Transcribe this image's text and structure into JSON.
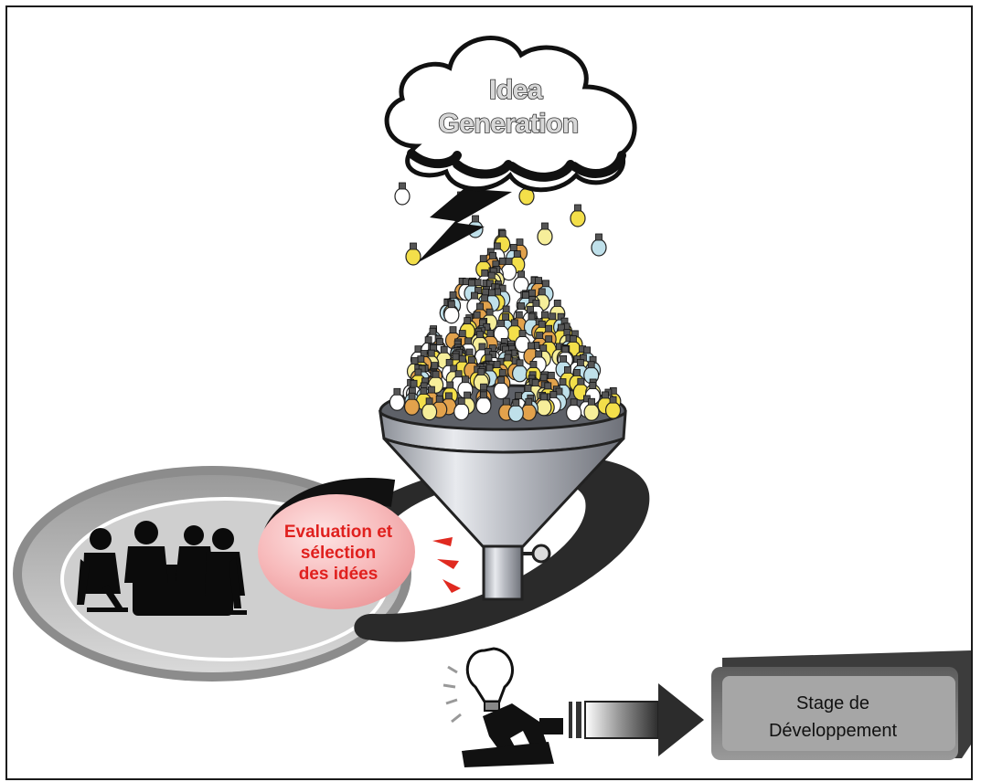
{
  "cloud": {
    "line1": "Idea",
    "line2": "Generation"
  },
  "evaluation": {
    "line1": "Evaluation et",
    "line2": "sélection",
    "line3": "des idées"
  },
  "stage": {
    "line1": "Stage de",
    "line2": "Développement"
  },
  "colors": {
    "evaluation_text": "#e0201e",
    "evaluation_bubble": "#f7b9ba",
    "stage_box": "#7c7c7c",
    "funnel": "#b9bcc3",
    "bulb_yellow": "#f3df4a",
    "bulb_blue": "#bfe0ea",
    "bulb_orange": "#e2a24c"
  }
}
